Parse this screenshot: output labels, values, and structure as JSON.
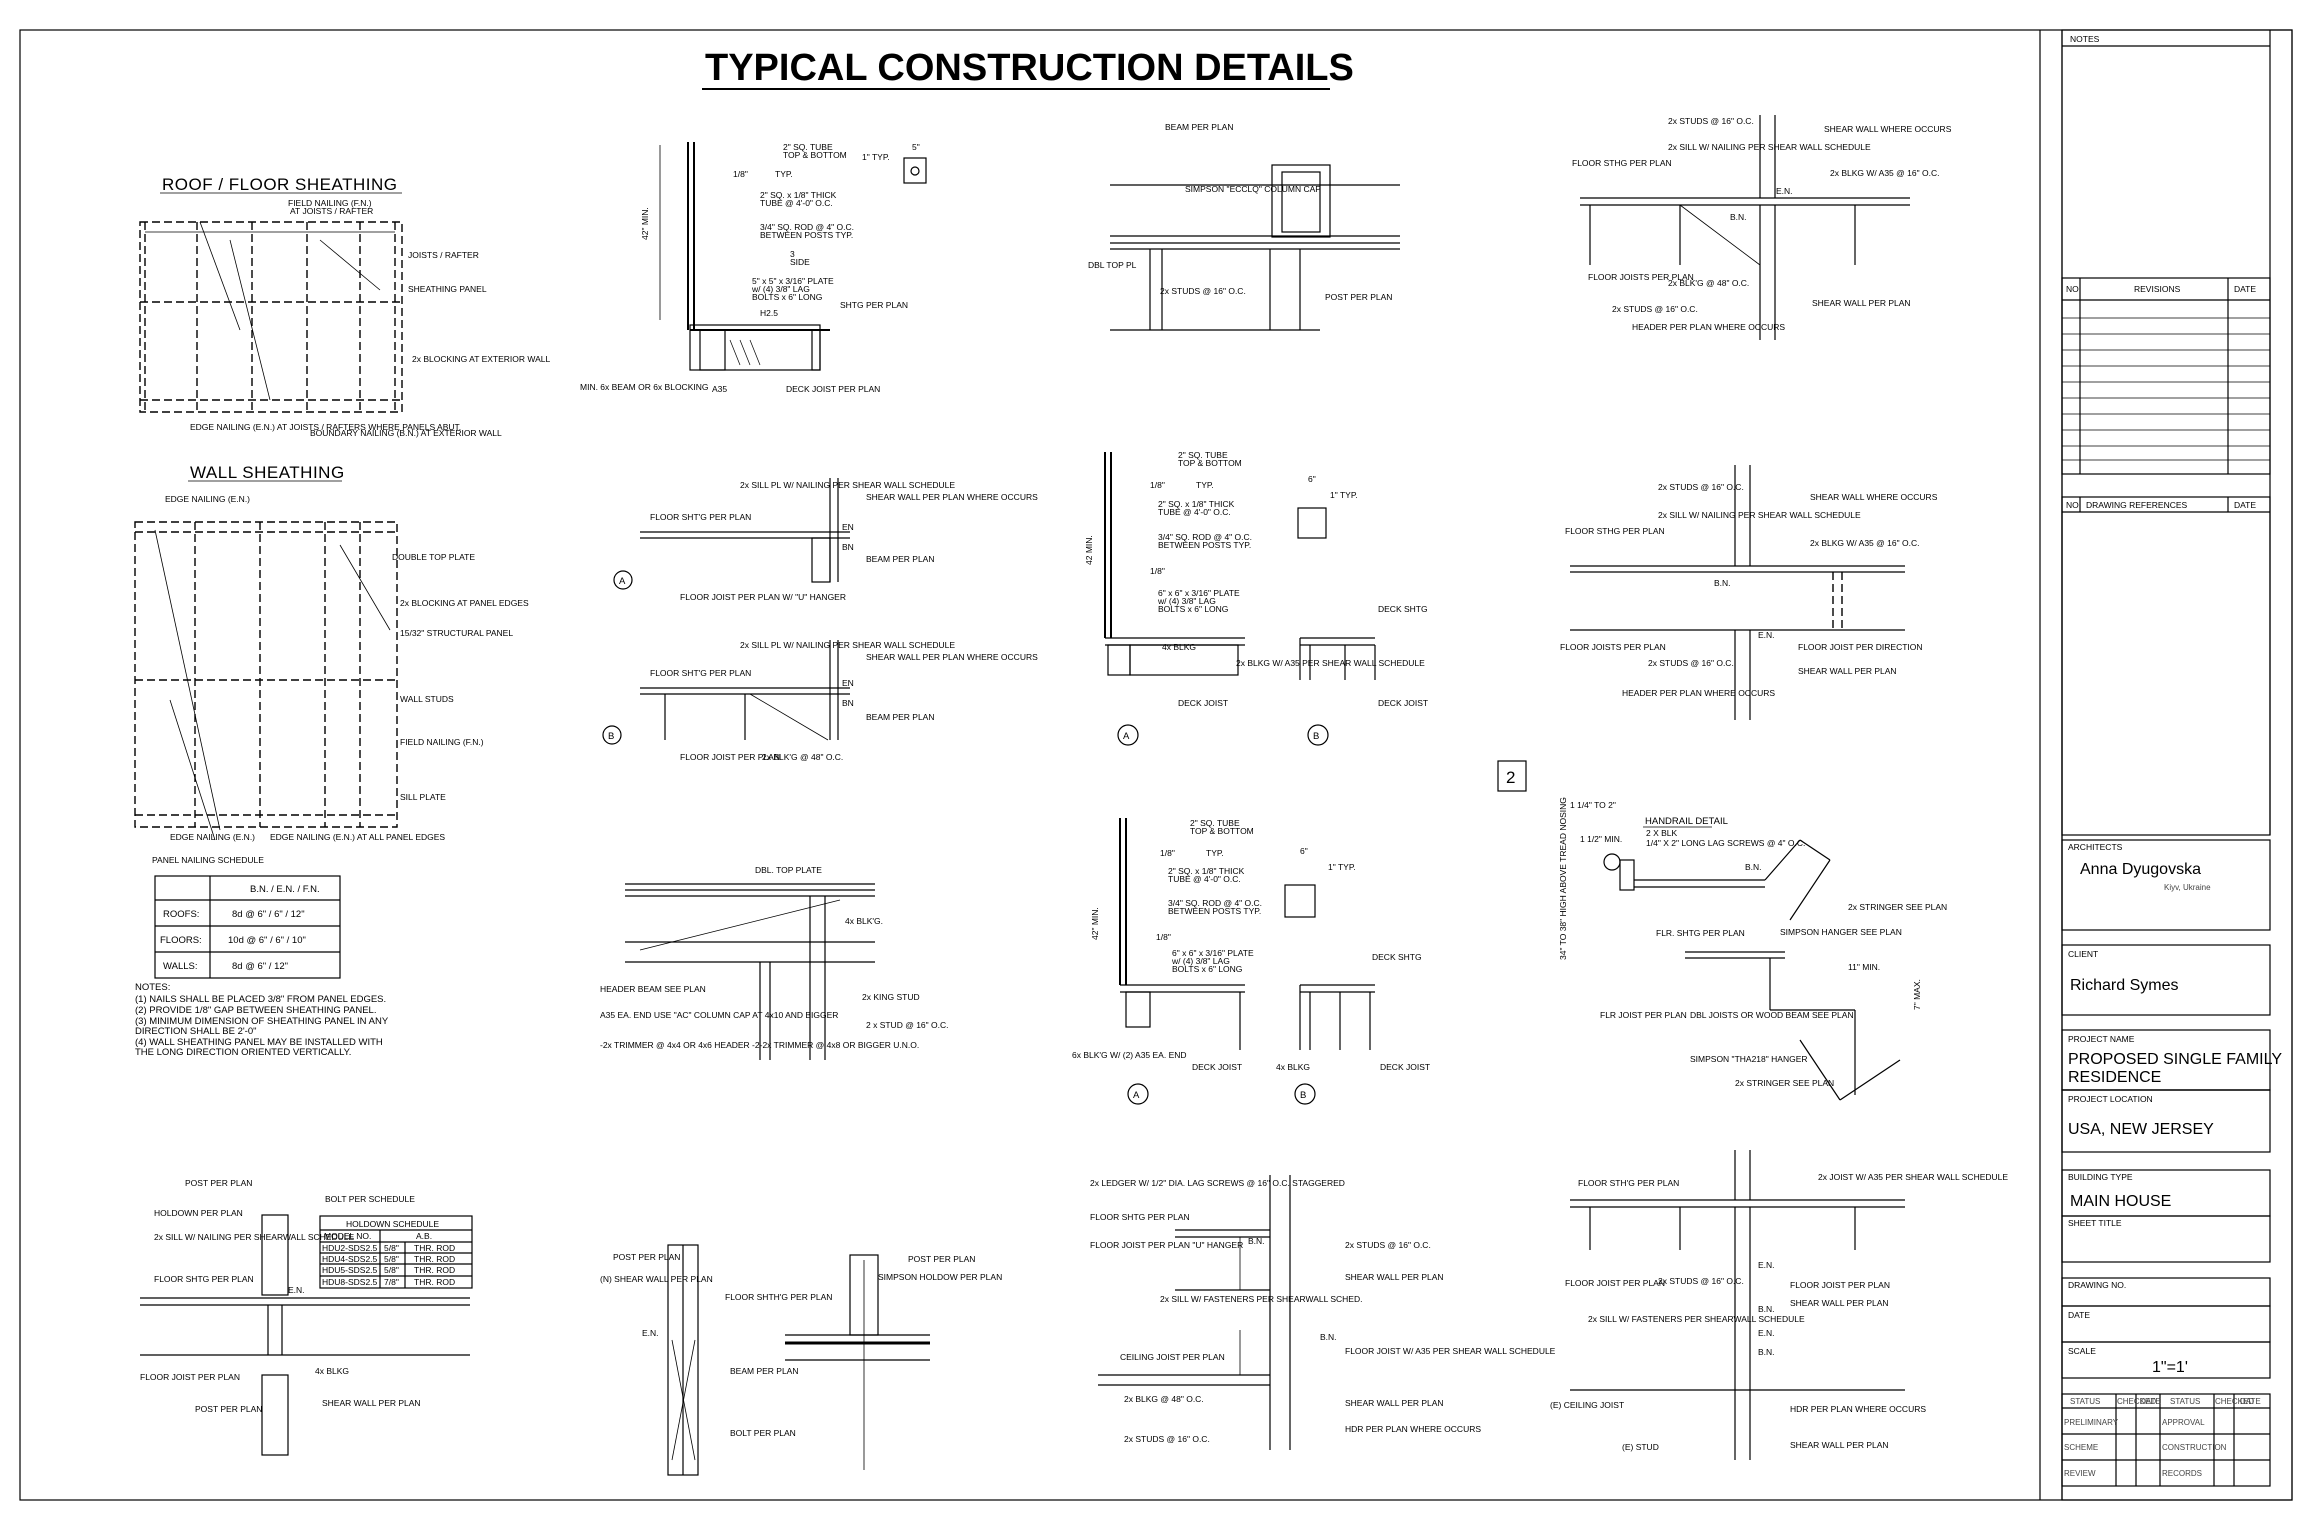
{
  "title": "TYPICAL CONSTRUCTION DETAILS",
  "sections": {
    "roof": {
      "heading": "ROOF / FLOOR SHEATHING",
      "labels": [
        "FIELD NAILING (F.N.)",
        "AT JOISTS / RAFTER",
        "JOISTS / RAFTER",
        "SHEATHING PANEL",
        "2x BLOCKING AT EXTERIOR WALL",
        "EDGE NAILING (E.N.) AT JOISTS / RAFTERS WHERE PANELS ABUT.",
        "BOUNDARY NAILING (B.N.) AT EXTERIOR WALL"
      ]
    },
    "wall": {
      "heading": "WALL SHEATHING",
      "labels": [
        "EDGE NAILING (E.N.)",
        "DOUBLE TOP PLATE",
        "2x BLOCKING AT PANEL EDGES",
        "15/32\" STRUCTURAL PANEL",
        "WALL STUDS",
        "FIELD NAILING (F.N.)",
        "SILL PLATE",
        "EDGE NAILING (E.N.)",
        "EDGE NAILING (E.N.) AT ALL PANEL EDGES",
        "PANEL NAILING SCHEDULE"
      ]
    },
    "nailing_table": {
      "header": "B.N. / E.N. / F.N.",
      "rows": [
        {
          "label": "ROOFS:",
          "value": "8d @ 6\" / 6\" / 12\""
        },
        {
          "label": "FLOORS:",
          "value": "10d @ 6\" / 6\" / 10\""
        },
        {
          "label": "WALLS:",
          "value": "8d @      6\" / 12\""
        }
      ]
    },
    "notes": {
      "heading": "NOTES:",
      "items": [
        "(1)  NAILS SHALL BE PLACED 3/8\" FROM PANEL EDGES.",
        "(2)  PROVIDE 1/8\" GAP BETWEEN SHEATHING PANEL.",
        "(3)  MINIMUM DIMENSION OF SHEATHING PANEL IN ANY",
        "       DIRECTION SHALL BE 2'-0\"",
        "(4)  WALL SHEATHING PANEL MAY BE INSTALLED WITH",
        "       THE LONG DIRECTION ORIENTED VERTICALLY."
      ]
    },
    "railing1": {
      "labels": [
        "2\" SQ. TUBE",
        "TOP & BOTTOM",
        "1/8\"",
        "TYP.",
        "2\" SQ. x 1/8\" THICK",
        "TUBE @ 4'-0\" O.C.",
        "3/4\" SQ. ROD @ 4\" O.C.",
        "BETWEEN POSTS TYP.",
        "3",
        "SIDE",
        "5\" x 5\" x 3/16\" PLATE",
        "w/ (4) 3/8\" LAG",
        "BOLTS x 6\" LONG",
        "H2.5",
        "SHTG PER PLAN",
        "42\" MIN.",
        "MIN. 6x BEAM OR 6x BLOCKING",
        "A35",
        "DECK JOIST PER PLAN",
        "5\"",
        "1\" TYP."
      ]
    },
    "beam_column": {
      "labels": [
        "BEAM PER PLAN",
        "SIMPSON \"ECCLQ\" COLUMN CAP",
        "DBL TOP PL",
        "2x STUDS @ 16\" O.C.",
        "POST PER PLAN"
      ]
    },
    "shear1": {
      "labels": [
        "2x STUDS @ 16\" O.C.",
        "2x SILL W/ NAILING PER SHEAR WALL SCHEDULE",
        "SHEAR WALL WHERE OCCURS",
        "FLOOR STHG PER PLAN",
        "2x BLKG W/ A35 @ 16\" O.C.",
        "E.N.",
        "B.N.",
        "FLOOR JOISTS PER PLAN",
        "2x BLK'G @ 48\" O.C.",
        "2x STUDS @ 16\" O.C.",
        "HEADER PER PLAN WHERE OCCURS",
        "SHEAR WALL PER PLAN"
      ]
    },
    "floor_a": {
      "labels": [
        "2x SILL PL W/ NAILING PER SHEAR WALL SCHEDULE",
        "FLOOR SHT'G PER PLAN",
        "SHEAR WALL PER PLAN WHERE OCCURS",
        "EN",
        "BN",
        "BEAM PER PLAN",
        "FLOOR JOIST PER PLAN W/ \"U\" HANGER",
        "A"
      ]
    },
    "floor_b": {
      "labels": [
        "2x SILL PL W/ NAILING PER SHEAR WALL SCHEDULE",
        "FLOOR SHT'G PER PLAN",
        "SHEAR WALL PER PLAN WHERE OCCURS",
        "EN",
        "BN",
        "BEAM PER PLAN",
        "FLOOR JOIST PER PLAN",
        "2x BLK'G @ 48\" O.C.",
        "B"
      ]
    },
    "railing2": {
      "labels": [
        "2\" SQ. TUBE",
        "TOP & BOTTOM",
        "1/8\"",
        "TYP.",
        "2\" SQ. x 1/8\" THICK",
        "TUBE @ 4'-0\" O.C.",
        "3/4\" SQ. ROD @ 4\" O.C.",
        "BETWEEN POSTS TYP.",
        "1/8\"",
        "6\" x 6\" x 3/16\" PLATE",
        "w/ (4) 3/8\" LAG",
        "BOLTS x 6\" LONG",
        "4x BLKG",
        "2x BLKG W/ A35 PER SHEAR WALL SCHEDULE",
        "DECK JOIST",
        "DECK SHTG",
        "DECK JOIST",
        "42 MIN.",
        "6\"",
        "1\" TYP.",
        "A",
        "B"
      ]
    },
    "shear2": {
      "labels": [
        "2x STUDS @ 16\" O.C.",
        "SHEAR WALL WHERE OCCURS",
        "2x SILL W/ NAILING PER SHEAR WALL SCHEDULE",
        "FLOOR STHG PER PLAN",
        "2x BLKG W/ A35 @ 16\" O.C.",
        "B.N.",
        "E.N.",
        "FLOOR JOISTS PER PLAN",
        "FLOOR JOIST PER DIRECTION",
        "2x STUDS @ 16\" O.C.",
        "SHEAR WALL PER PLAN",
        "HEADER PER PLAN WHERE OCCURS"
      ]
    },
    "detail_num": "2",
    "header_beam": {
      "labels": [
        "DBL. TOP PLATE",
        "4x BLK'G.",
        "HEADER BEAM SEE PLAN",
        "2x KING STUD",
        "A35 EA. END USE \"AC\" COLUMN CAP AT 4x10 AND BIGGER",
        "2 x STUD @ 16\" O.C.",
        "-2x TRIMMER @ 4x4 OR 4x6 HEADER -2-2x TRIMMER @ 4x8 OR BIGGER U.N.O."
      ]
    },
    "railing3": {
      "labels": [
        "2\" SQ. TUBE",
        "TOP & BOTTOM",
        "1/8\"",
        "TYP.",
        "2\" SQ. x 1/8\" THICK",
        "TUBE @ 4'-0\" O.C.",
        "3/4\" SQ. ROD @ 4\" O.C.",
        "BETWEEN POSTS TYP.",
        "1/8\"",
        "6\" x 6\" x 3/16\" PLATE",
        "w/ (4) 3/8\" LAG",
        "BOLTS x 6\" LONG",
        "DECK SHTG",
        "6x BLK'G W/ (2) A35 EA. END",
        "DECK JOIST",
        "4x BLKG",
        "DECK JOIST",
        "42\" MIN.",
        "6\"",
        "1\" TYP.",
        "A",
        "B"
      ]
    },
    "handrail": {
      "heading": "HANDRAIL DETAIL",
      "labels": [
        "1 1/4\" TO 2\"",
        "1 1/2\" MIN.",
        "2 X BLK",
        "1/4\" X 2\" LONG LAG SCREWS @ 4\" O.C.",
        "B.N.",
        "2x STRINGER SEE PLAN",
        "SIMPSON HANGER SEE PLAN",
        "FLR. SHTG PER PLAN",
        "11\" MIN.",
        "7\" MAX.",
        "FLR JOIST PER PLAN",
        "DBL JOISTS OR WOOD BEAM SEE PLAN",
        "SIMPSON \"THA218\" HANGER",
        "2x STRINGER SEE PLAN",
        "34\" TO 38\" HIGH ABOVE TREAD NOSING"
      ]
    },
    "holdown": {
      "labels": [
        "POST PER PLAN",
        "BOLT PER SCHEDULE",
        "HOLDOWN PER PLAN",
        "2x SILL W/ NAILING PER SHEARWALL SCHEDULE",
        "FLOOR SHTG PER PLAN",
        "E.N.",
        "4x BLKG",
        "FLOOR JOIST PER PLAN",
        "POST PER PLAN",
        "SHEAR WALL PER PLAN"
      ],
      "schedule": {
        "title": "HOLDOWN SCHEDULE",
        "columns": [
          "MODEL NO.",
          "A.B."
        ],
        "rows": [
          [
            "HDU2-SDS2.5",
            "5/8\"",
            "THR. ROD"
          ],
          [
            "HDU4-SDS2.5",
            "5/8\"",
            "THR. ROD"
          ],
          [
            "HDU5-SDS2.5",
            "5/8\"",
            "THR. ROD"
          ],
          [
            "HDU8-SDS2.5",
            "7/8\"",
            "THR. ROD"
          ]
        ]
      }
    },
    "holdown2": {
      "labels": [
        "POST PER PLAN",
        "(N) SHEAR WALL PER PLAN",
        "FLOOR SHTH'G PER PLAN",
        "E.N.",
        "BEAM PER PLAN",
        "BOLT PER PLAN",
        "POST PER PLAN",
        "SIMPSON HOLDOW PER PLAN"
      ]
    },
    "ledger": {
      "labels": [
        "2x LEDGER W/ 1/2\" DIA. LAG SCREWS @ 16\" O.C. STAGGERED",
        "FLOOR SHTG PER PLAN",
        "FLOOR JOIST PER PLAN \"U\" HANGER",
        "B.N.",
        "2x STUDS @ 16\" O.C.",
        "SHEAR WALL PER PLAN",
        "2x SILL W/ FASTENERS PER SHEARWALL SCHED.",
        "B.N.",
        "CEILING JOIST PER PLAN",
        "FLOOR JOIST W/ A35 PER SHEAR WALL SCHEDULE",
        "2x BLKG @ 48\" O.C.",
        "SHEAR WALL PER PLAN",
        "2x STUDS @ 16\" O.C.",
        "HDR PER PLAN WHERE OCCURS"
      ]
    },
    "shear3": {
      "labels": [
        "FLOOR STH'G PER PLAN",
        "2x JOIST W/ A35 PER SHEAR WALL SCHEDULE",
        "FLOOR JOIST PER PLAN",
        "2x STUDS @ 16\" O.C.",
        "E.N.",
        "FLOOR JOIST PER PLAN",
        "SHEAR WALL PER PLAN",
        "2x SILL W/ FASTENERS PER SHEARWALL SCHEDULE",
        "B.N.",
        "E.N.",
        "B.N.",
        "(E) CEILING JOIST",
        "HDR PER PLAN WHERE OCCURS",
        "(E) STUD",
        "SHEAR WALL PER PLAN"
      ]
    }
  },
  "title_block": {
    "notes_label": "NOTES",
    "revisions": {
      "no": "NO",
      "title": "REVISIONS",
      "date": "DATE"
    },
    "refs": {
      "no": "NO",
      "title": "DRAWING REFERENCES",
      "date": "DATE"
    },
    "architects_label": "ARCHITECTS",
    "architect_name": "Anna Dyugovska",
    "architect_location": "Kiyv, Ukraine",
    "client_label": "CLIENT",
    "client_name": "Richard Symes",
    "project_name_label": "PROJECT NAME",
    "project_name_1": "PROPOSED SINGLE FAMILY",
    "project_name_2": "RESIDENCE",
    "project_location_label": "PROJECT LOCATION",
    "project_location": "USA, NEW JERSEY",
    "building_type_label": "BUILDING TYPE",
    "building_type": "MAIN HOUSE",
    "sheet_title_label": "SHEET TITLE",
    "drawing_no_label": "DRAWING NO.",
    "date_label": "DATE",
    "scale_label": "SCALE",
    "scale": "1\"=1'",
    "status_cols": [
      "STATUS",
      "CHECKED",
      "DATE",
      "STATUS",
      "CHECKED",
      "DATE"
    ],
    "status_rows": [
      [
        "PRELIMINARY",
        "APPROVAL"
      ],
      [
        "SCHEME",
        "CONSTRUCTION"
      ],
      [
        "REVIEW",
        "RECORDS"
      ]
    ]
  }
}
